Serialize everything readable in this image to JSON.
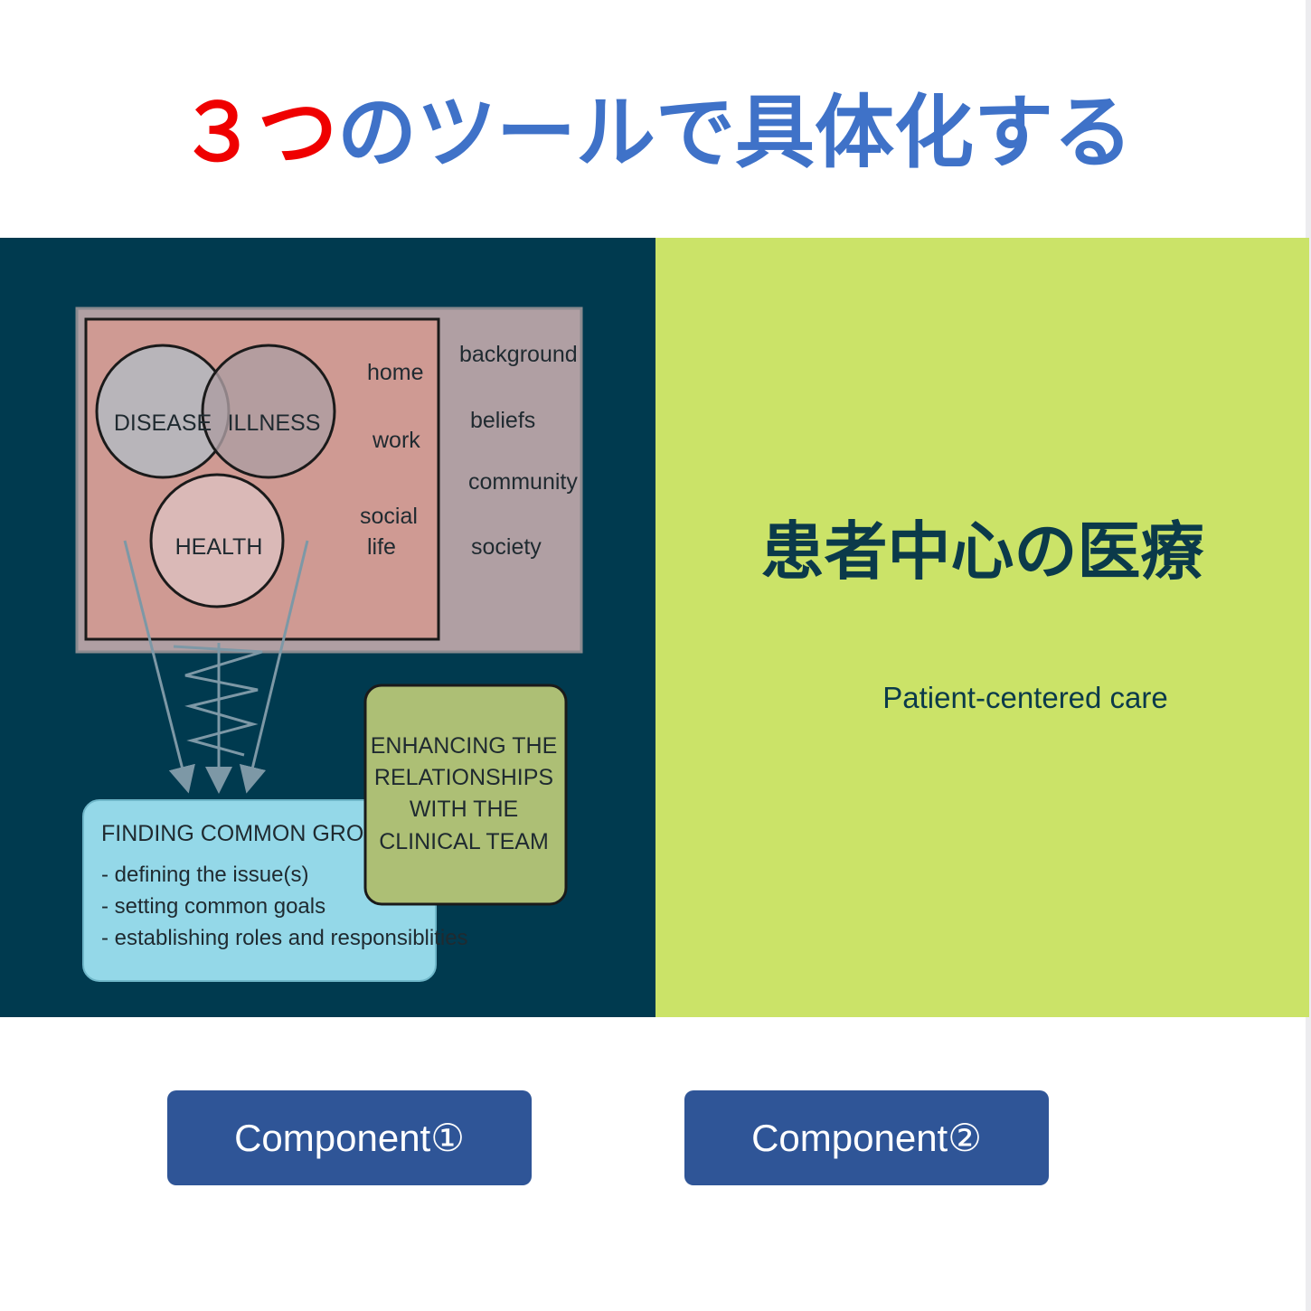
{
  "slide": {
    "title_red": "３つ",
    "title_blue": "のツールで具体化する"
  },
  "diagram": {
    "circles": {
      "disease": "DISEASE",
      "illness": "ILLNESS",
      "health": "HEALTH"
    },
    "inner_context": [
      "home",
      "work",
      "social",
      "life"
    ],
    "outer_context": [
      "background",
      "beliefs",
      "community",
      "society"
    ],
    "common_ground": {
      "title": "FINDING COMMON GROUND",
      "items": [
        "- defining the issue(s)",
        "- setting common goals",
        "- establishing roles and responsiblities"
      ]
    },
    "relationship": [
      "ENHANCING THE",
      "RELATIONSHIPS",
      "WITH THE",
      "CLINICAL TEAM"
    ],
    "colors": {
      "panel": "#003a4f",
      "outer_box": "#b09fa3",
      "inner_box": "#cf9a93",
      "common_ground": "#94d8e8",
      "relationship": "#adbf75"
    }
  },
  "right_panel": {
    "title": "患者中心の医療",
    "subtitle": "Patient-centered care",
    "background": "#cbe368"
  },
  "buttons": {
    "component1": "Component①",
    "component2": "Component②",
    "color": "#2f5597"
  }
}
